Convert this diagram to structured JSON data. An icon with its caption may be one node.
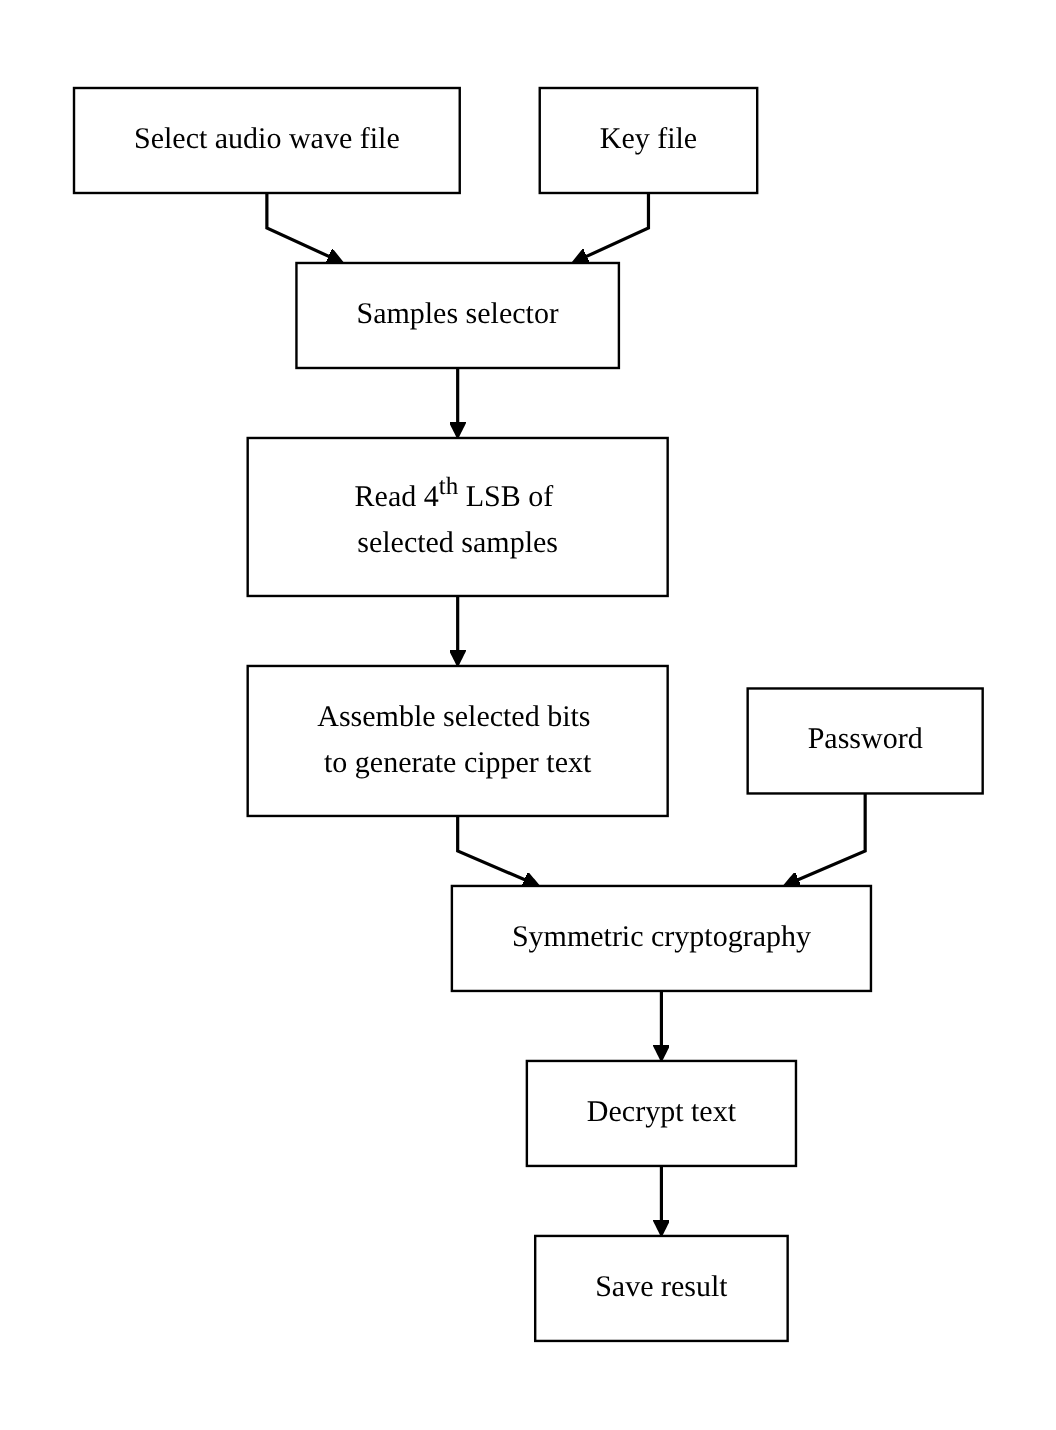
{
  "diagram": {
    "nodes": [
      {
        "text": [
          "Select audio wave file"
        ]
      },
      {
        "text": [
          "Key file"
        ]
      },
      {
        "text": [
          "Samples selector"
        ]
      },
      {
        "text": [
          "Read 4$^{th}$ LSB of selected samples"
        ]
      },
      {
        "text": [
          "Assemble selected bits to generate cipper text"
        ]
      },
      {
        "text": [
          "Password"
        ]
      },
      {
        "text": [
          "Symmetric cryptography"
        ]
      },
      {
        "text": [
          "Decrypt text"
        ]
      },
      {
        "text": [
          "Save result"
        ]
      }
    ],
    "edges": [
      {
        "from": 0,
        "to": 2,
        "arrow": "to"
      },
      {
        "from": 1,
        "to": 2,
        "arrow": "to"
      },
      {
        "from": 2,
        "to": 3,
        "arrow": "to"
      },
      {
        "from": 3,
        "to": 4,
        "arrow": "to"
      },
      {
        "from": 4,
        "to": 6,
        "arrow": "to"
      },
      {
        "from": 5,
        "to": 6,
        "arrow": "to"
      },
      {
        "from": 6,
        "to": 7,
        "arrow": "to"
      },
      {
        "from": 7,
        "to": 8,
        "arrow": "to"
      }
    ]
  }
}
